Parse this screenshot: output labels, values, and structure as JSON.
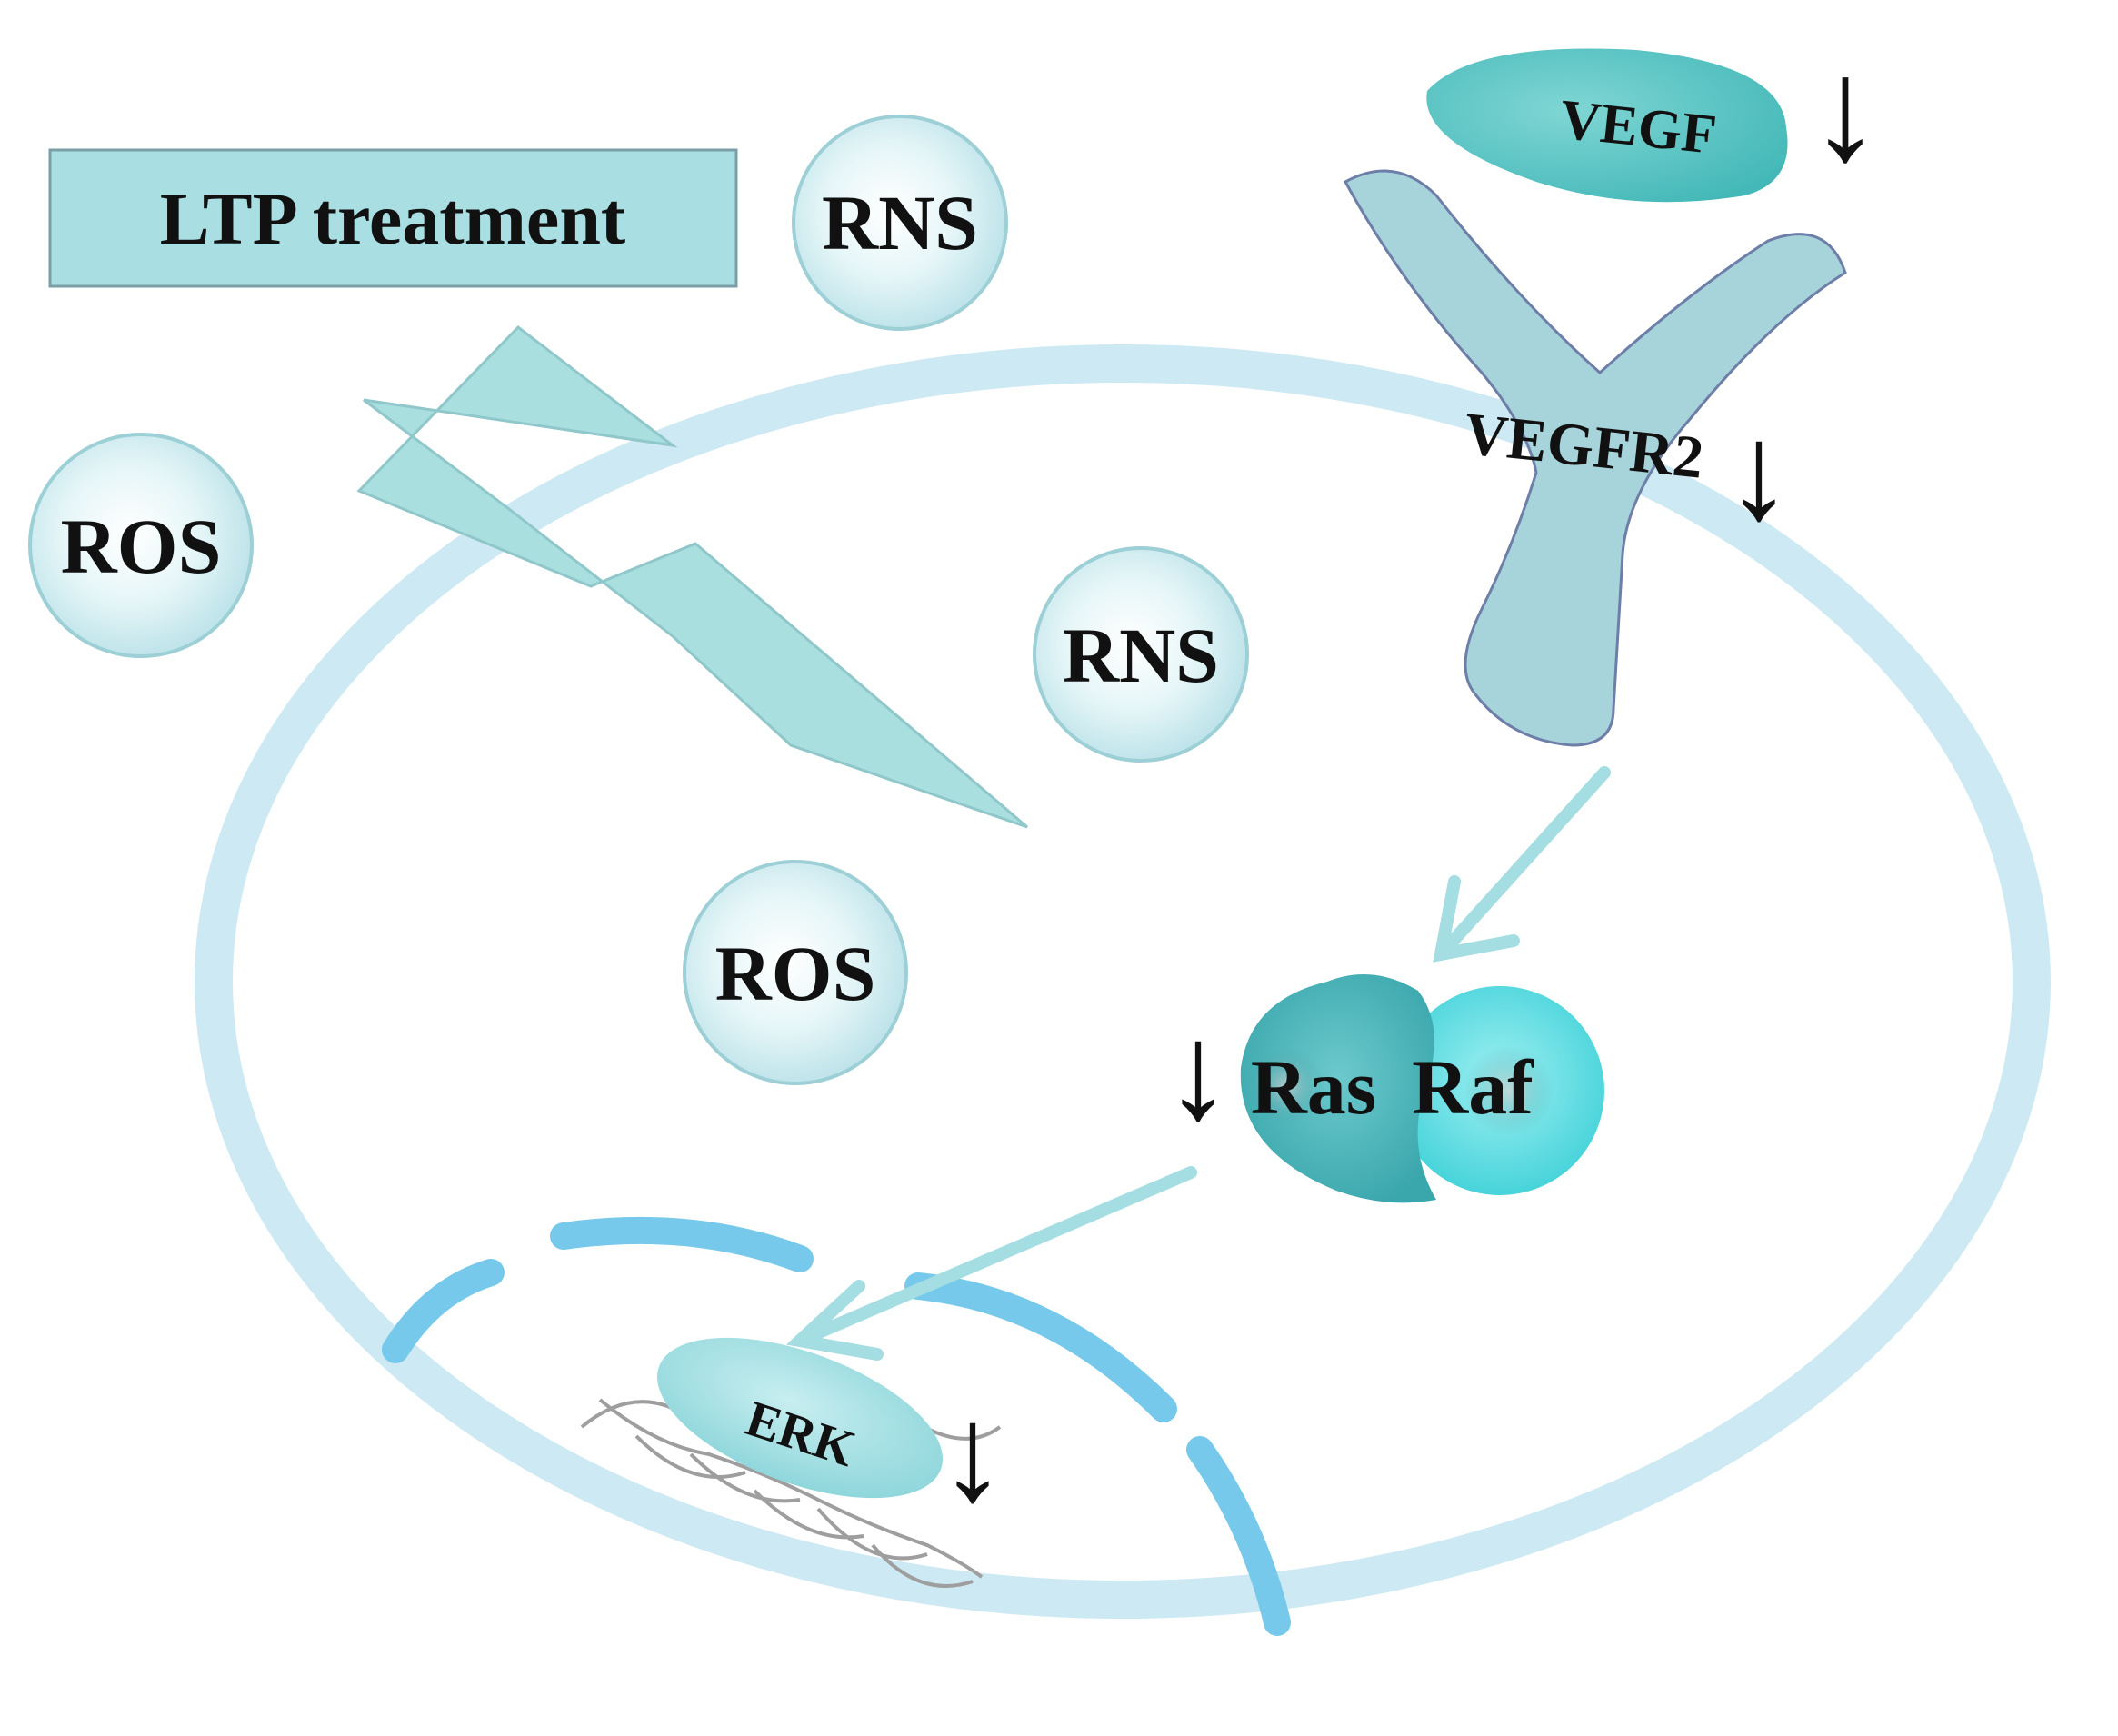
{
  "box": {
    "label": "LTP treatment"
  },
  "molecules": {
    "rns_outside": "RNS",
    "ros_outside": "ROS",
    "rns_inside": "RNS",
    "ros_inside": "ROS"
  },
  "pathway": {
    "ligand": "VEGF",
    "receptor": "VEGFR2",
    "ras": "Ras",
    "raf": "Raf",
    "erk": "ERK"
  },
  "arrow_symbol": "↓",
  "colors": {
    "cell_membrane": "#cde9f3",
    "molecule_fill": "#d6eff3",
    "teal": "#5ec8c8",
    "receptor": "#9dcfd6",
    "pathway_arrow": "#a4dde2",
    "nucleus": "#76c9ea"
  }
}
